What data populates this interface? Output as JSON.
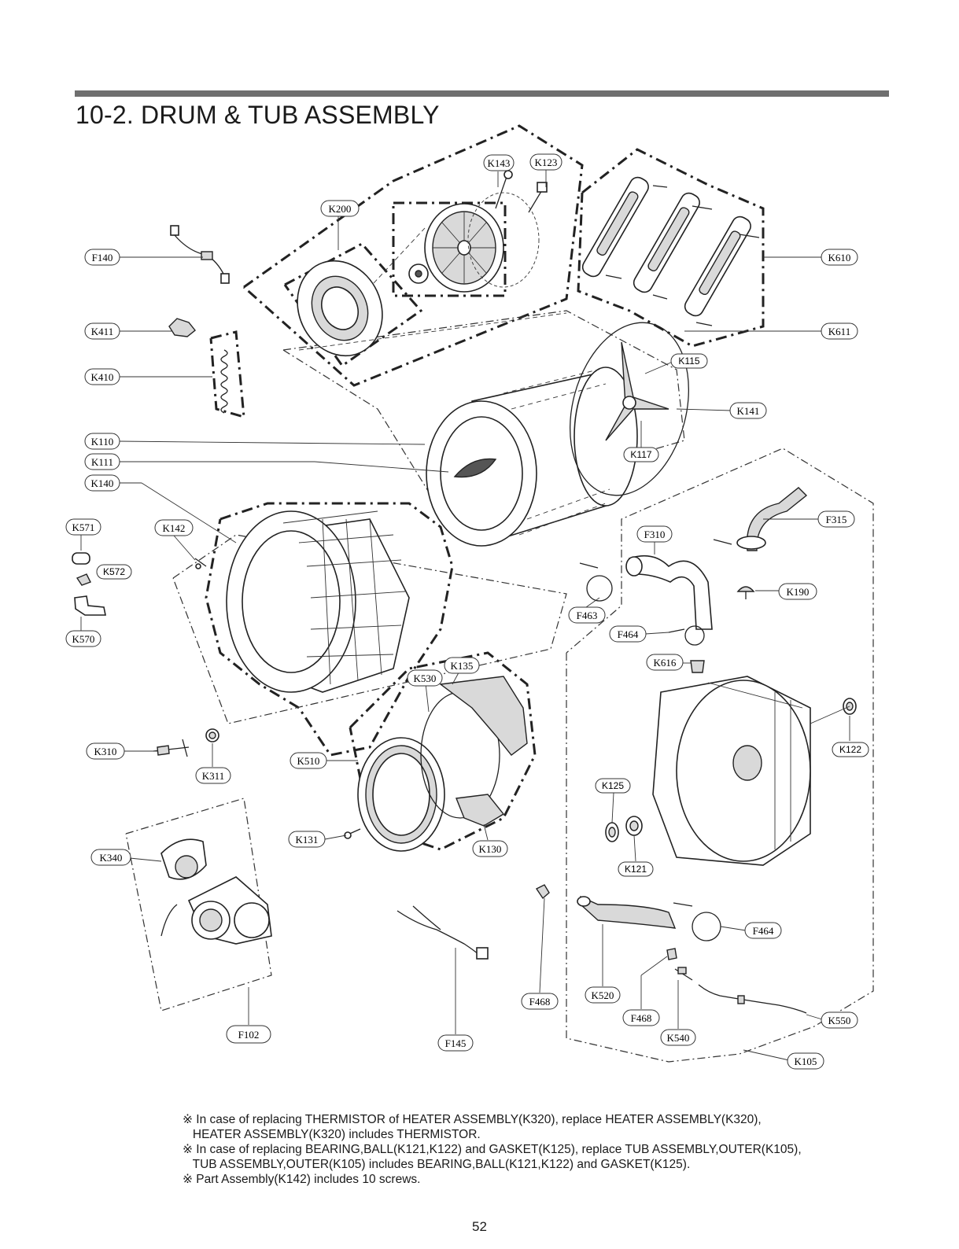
{
  "header": {
    "title": "10-2. DRUM & TUB ASSEMBLY"
  },
  "labels": {
    "k143": "K143",
    "k123": "K123",
    "k200": "K200",
    "f140": "F140",
    "k610": "K610",
    "k411": "K411",
    "k611": "K611",
    "k410": "K410",
    "k115": "K115",
    "k141": "K141",
    "k110": "K110",
    "k111": "K111",
    "k117": "K117",
    "k140": "K140",
    "k571": "K571",
    "k142": "K142",
    "k572": "K572",
    "k570": "K570",
    "f315": "F315",
    "f310": "F310",
    "k190": "K190",
    "f463": "F463",
    "f464a": "F464",
    "k616": "K616",
    "k135": "K135",
    "k530": "K530",
    "k122": "K122",
    "k310": "K310",
    "k311": "K311",
    "k510": "K510",
    "k125": "K125",
    "k131": "K131",
    "k130": "K130",
    "k121": "K121",
    "k340": "K340",
    "f464b": "F464",
    "k520": "K520",
    "f468a": "F468",
    "f468b": "F468",
    "f102": "F102",
    "f145": "F145",
    "k540": "K540",
    "k550": "K550",
    "k105": "K105"
  },
  "notes": [
    "※ In case of replacing THERMISTOR of HEATER ASSEMBLY(K320), replace HEATER ASSEMBLY(K320),",
    "   HEATER ASSEMBLY(K320) includes THERMISTOR.",
    "※ In case of replacing BEARING,BALL(K121,K122) and GASKET(K125), replace TUB ASSEMBLY,OUTER(K105),",
    "   TUB ASSEMBLY,OUTER(K105) includes BEARING,BALL(K121,K122) and GASKET(K125).",
    "※ Part Assembly(K142) includes 10 screws."
  ],
  "page_number": "52"
}
